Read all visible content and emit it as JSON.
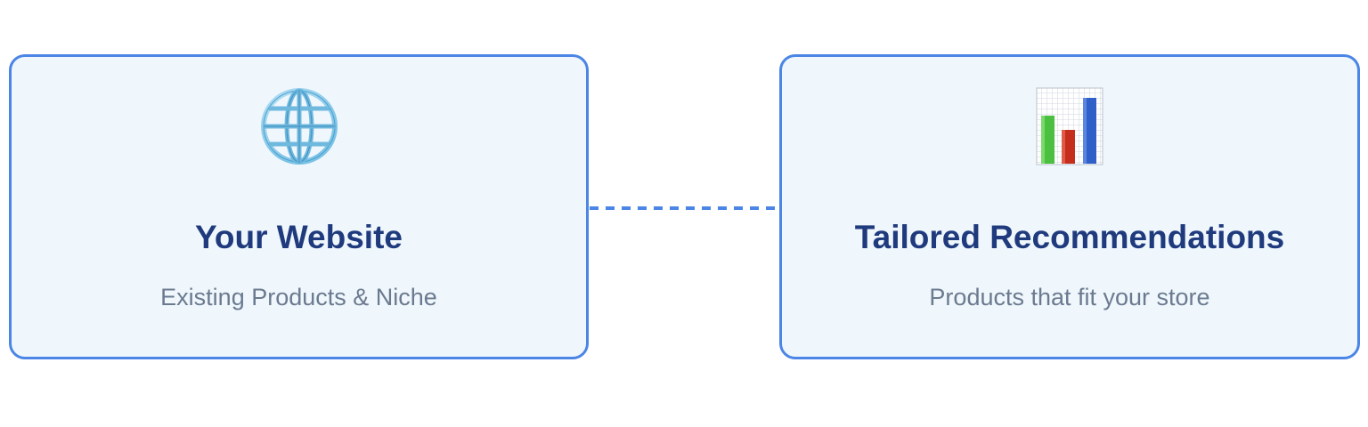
{
  "left_card": {
    "icon": "globe-icon",
    "title": "Your Website",
    "subtitle": "Existing Products & Niche"
  },
  "right_card": {
    "icon": "bar-chart-icon",
    "title": "Tailored Recommendations",
    "subtitle": "Products that fit your store"
  },
  "colors": {
    "card_border": "#4b85e5",
    "card_background": "#eff7fd",
    "title": "#1f3a7d",
    "subtitle": "#6b7a8f",
    "connector": "#4b85e5"
  }
}
